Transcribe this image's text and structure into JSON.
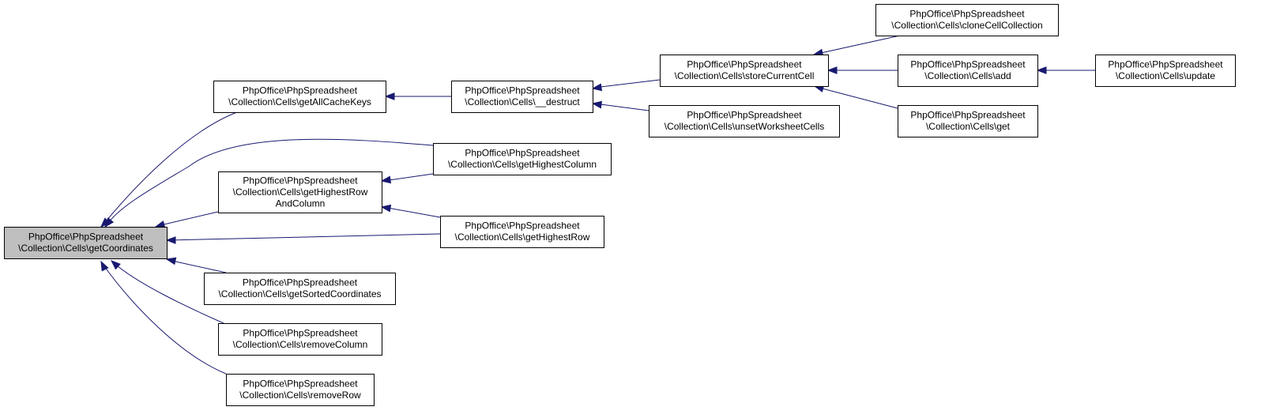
{
  "colors": {
    "edge": "#191970",
    "node_border": "#000000",
    "node_fill": "#ffffff",
    "root_fill": "#bfbfbf"
  },
  "nodes": [
    {
      "id": "getCoordinates",
      "root": true,
      "lines": [
        "PhpOffice\\PhpSpreadsheet",
        "\\Collection\\Cells\\getCoordinates"
      ]
    },
    {
      "id": "getAllCacheKeys",
      "lines": [
        "PhpOffice\\PhpSpreadsheet",
        "\\Collection\\Cells\\getAllCacheKeys"
      ]
    },
    {
      "id": "getHighestRowAndColumn",
      "lines": [
        "PhpOffice\\PhpSpreadsheet",
        "\\Collection\\Cells\\getHighestRow",
        "AndColumn"
      ]
    },
    {
      "id": "getSortedCoordinates",
      "lines": [
        "PhpOffice\\PhpSpreadsheet",
        "\\Collection\\Cells\\getSortedCoordinates"
      ]
    },
    {
      "id": "removeColumn",
      "lines": [
        "PhpOffice\\PhpSpreadsheet",
        "\\Collection\\Cells\\removeColumn"
      ]
    },
    {
      "id": "removeRow",
      "lines": [
        "PhpOffice\\PhpSpreadsheet",
        "\\Collection\\Cells\\removeRow"
      ]
    },
    {
      "id": "destruct",
      "lines": [
        "PhpOffice\\PhpSpreadsheet",
        "\\Collection\\Cells\\__destruct"
      ]
    },
    {
      "id": "getHighestColumn",
      "lines": [
        "PhpOffice\\PhpSpreadsheet",
        "\\Collection\\Cells\\getHighestColumn"
      ]
    },
    {
      "id": "getHighestRow",
      "lines": [
        "PhpOffice\\PhpSpreadsheet",
        "\\Collection\\Cells\\getHighestRow"
      ]
    },
    {
      "id": "storeCurrentCell",
      "lines": [
        "PhpOffice\\PhpSpreadsheet",
        "\\Collection\\Cells\\storeCurrentCell"
      ]
    },
    {
      "id": "unsetWorksheetCells",
      "lines": [
        "PhpOffice\\PhpSpreadsheet",
        "\\Collection\\Cells\\unsetWorksheetCells"
      ]
    },
    {
      "id": "cloneCellCollection",
      "lines": [
        "PhpOffice\\PhpSpreadsheet",
        "\\Collection\\Cells\\cloneCellCollection"
      ]
    },
    {
      "id": "add",
      "lines": [
        "PhpOffice\\PhpSpreadsheet",
        "\\Collection\\Cells\\add"
      ]
    },
    {
      "id": "get",
      "lines": [
        "PhpOffice\\PhpSpreadsheet",
        "\\Collection\\Cells\\get"
      ]
    },
    {
      "id": "update",
      "lines": [
        "PhpOffice\\PhpSpreadsheet",
        "\\Collection\\Cells\\update"
      ]
    }
  ],
  "edges": [
    {
      "from": "getAllCacheKeys",
      "to": "getCoordinates"
    },
    {
      "from": "getHighestColumn",
      "to": "getCoordinates"
    },
    {
      "from": "getHighestRowAndColumn",
      "to": "getCoordinates"
    },
    {
      "from": "getHighestRow",
      "to": "getCoordinates"
    },
    {
      "from": "getSortedCoordinates",
      "to": "getCoordinates"
    },
    {
      "from": "removeColumn",
      "to": "getCoordinates"
    },
    {
      "from": "removeRow",
      "to": "getCoordinates"
    },
    {
      "from": "destruct",
      "to": "getAllCacheKeys"
    },
    {
      "from": "storeCurrentCell",
      "to": "destruct"
    },
    {
      "from": "unsetWorksheetCells",
      "to": "destruct"
    },
    {
      "from": "getHighestColumn",
      "to": "getHighestRowAndColumn"
    },
    {
      "from": "getHighestRow",
      "to": "getHighestRowAndColumn"
    },
    {
      "from": "cloneCellCollection",
      "to": "storeCurrentCell"
    },
    {
      "from": "add",
      "to": "storeCurrentCell"
    },
    {
      "from": "get",
      "to": "storeCurrentCell"
    },
    {
      "from": "update",
      "to": "add"
    }
  ]
}
